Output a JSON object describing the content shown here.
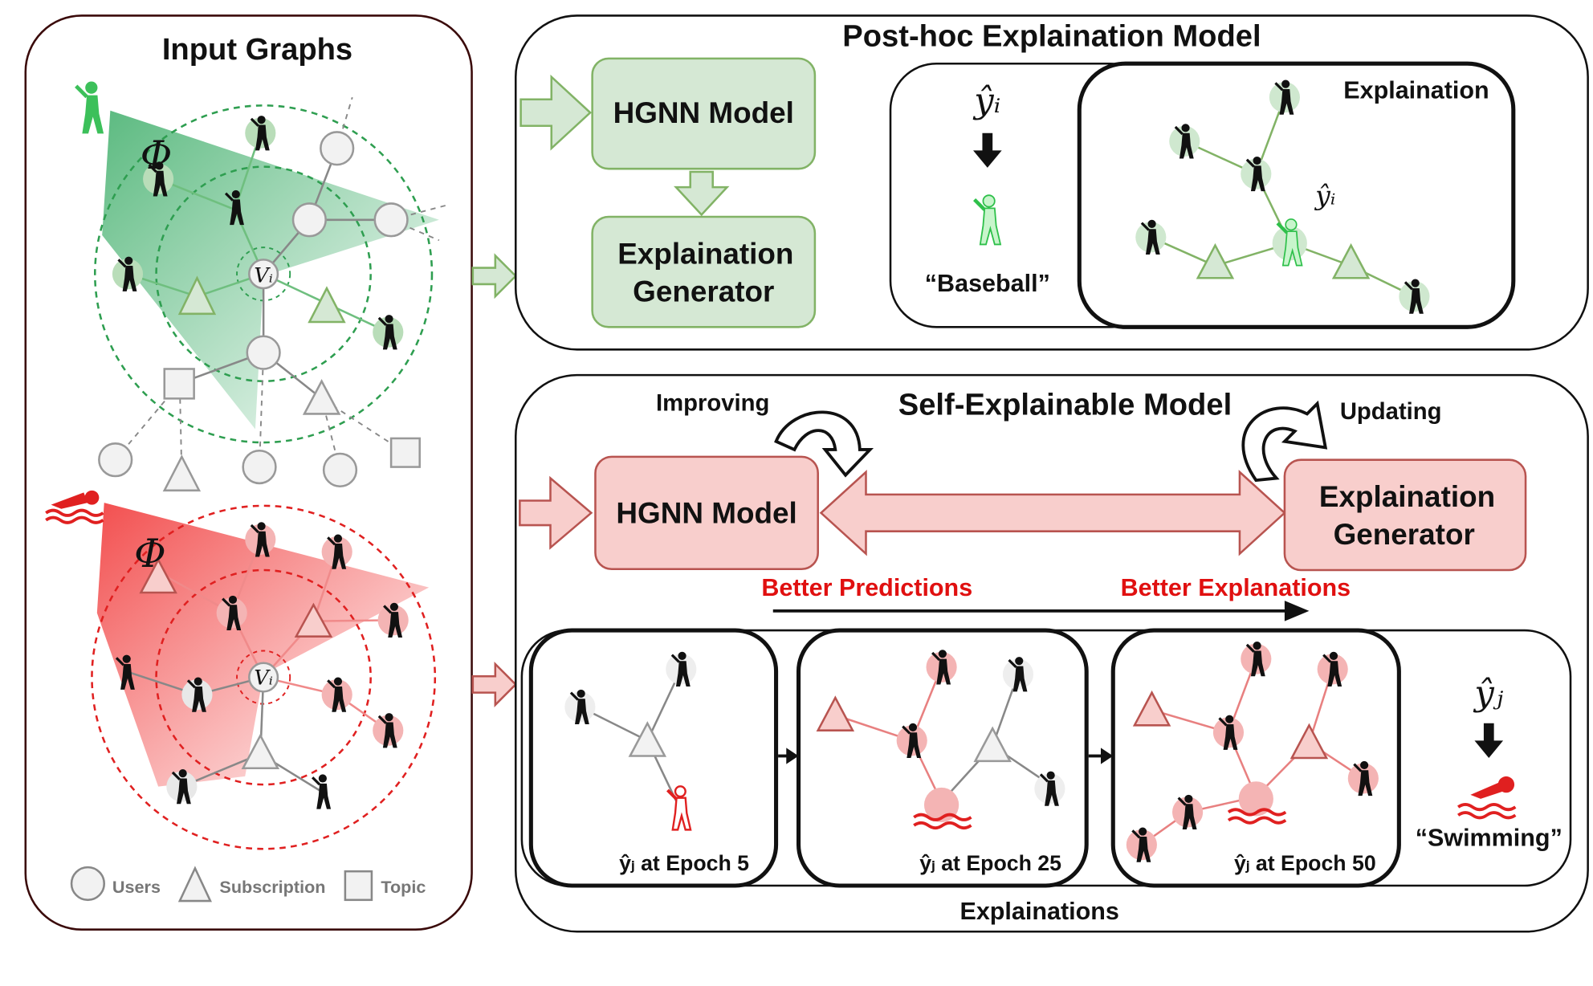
{
  "input_graphs": {
    "title": "Input Graphs",
    "phi_symbol": "Φ",
    "node_label": "Vᵢ",
    "legend": {
      "users": "Users",
      "subscription": "Subscription",
      "topic": "Topic"
    }
  },
  "posthoc": {
    "title": "Post-hoc Explaination Model",
    "hgnn_label": "HGNN Model",
    "generator_line1": "Explaination",
    "generator_line2": "Generator",
    "prediction_symbol": "ŷᵢ",
    "prediction_label": "“Baseball”",
    "explanation_title": "Explaination",
    "explanation_symbol": "ŷᵢ"
  },
  "self_explainable": {
    "title": "Self-Explainable Model",
    "improving": "Improving",
    "updating": "Updating",
    "hgnn_label": "HGNN Model",
    "generator_line1": "Explaination",
    "generator_line2": "Generator",
    "better_predictions": "Better Predictions",
    "better_explanations": "Better Explanations",
    "epochs": [
      "ŷⱼ at Epoch 5",
      "ŷⱼ at Epoch 25",
      "ŷⱼ at Epoch 50"
    ],
    "prediction_symbol": "ŷⱼ",
    "prediction_label": "“Swimming”",
    "explanations_title": "Explainations"
  },
  "colors": {
    "green_fill": "#d5e8d4",
    "green_stroke": "#82b366",
    "red_fill": "#f8cecc",
    "red_stroke": "#b85450",
    "accent_red": "#e01010"
  }
}
